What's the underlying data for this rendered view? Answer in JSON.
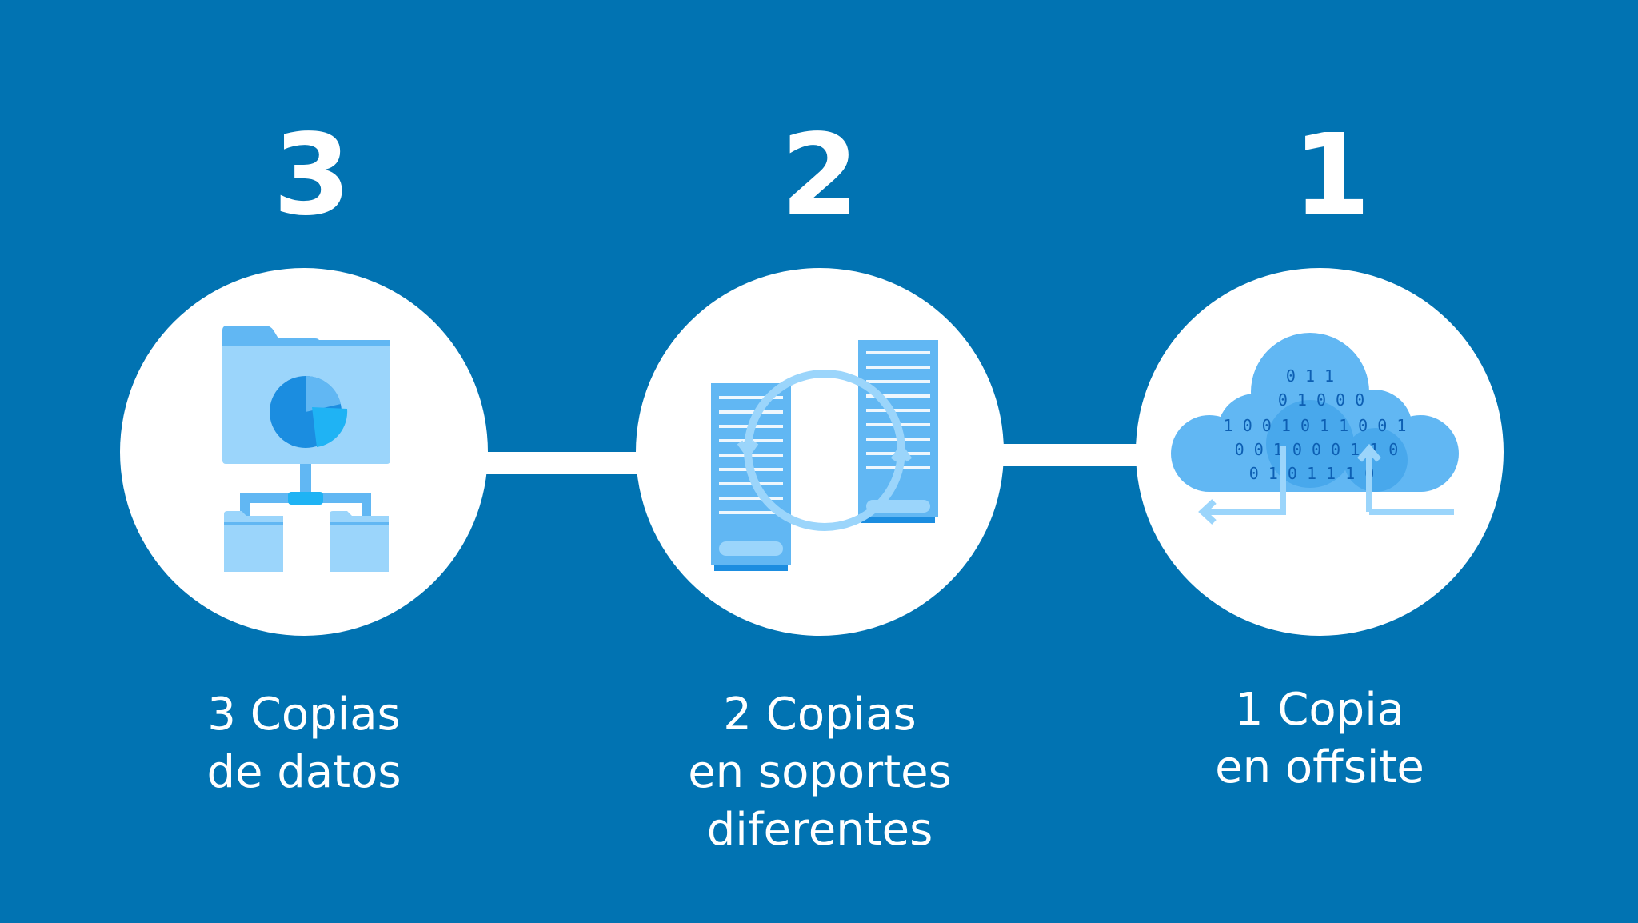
{
  "colors": {
    "background": "#0173b2",
    "foreground": "#ffffff",
    "icon_light": "#9bd5fb",
    "icon_mid": "#61b7f3",
    "icon_dark": "#1b8de0",
    "icon_accent": "#1fb3f4"
  },
  "steps": [
    {
      "number": "3",
      "line1": "3 Copias",
      "line2": "de datos",
      "line3": "",
      "icon": "folder-network-icon"
    },
    {
      "number": "2",
      "line1": "2 Copias",
      "line2": "en soportes",
      "line3": "diferentes",
      "icon": "server-sync-icon"
    },
    {
      "number": "1",
      "line1": "1 Copia",
      "line2": "en offsite",
      "line3": "",
      "icon": "cloud-data-icon"
    }
  ],
  "cloud_binary": {
    "row1": "0 1 1",
    "row2": "0 1 0 0 0",
    "row3": "1 0 0 1 0 1 1 0 0 1",
    "row4": "0 0 1     0 0 0     1 1 0",
    "row5": "0 1     0 1 1     1 0"
  }
}
